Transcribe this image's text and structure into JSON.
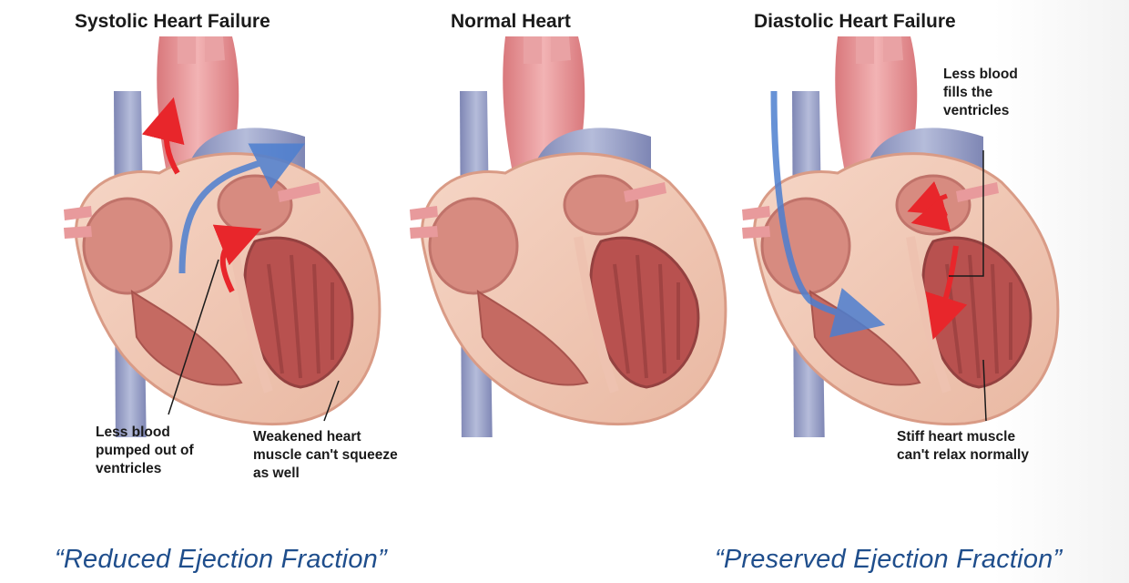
{
  "panels": {
    "systolic": {
      "title": "Systolic Heart Failure",
      "notes": [
        "Less blood pumped out of ventricles",
        "Weakened heart muscle can't squeeze as well"
      ],
      "caption": "“Reduced Ejection Fraction”"
    },
    "normal": {
      "title": "Normal Heart"
    },
    "diastolic": {
      "title": "Diastolic Heart Failure",
      "notes": [
        "Less blood fills the ventricles",
        "Stiff heart muscle can't relax normally"
      ],
      "caption": "“Preserved Ejection Fraction”"
    }
  },
  "colors": {
    "title_text": "#1a1a1a",
    "caption_text": "#1f4e8c",
    "aorta": "#e89a9c",
    "vena_cava": "#9aa3c8",
    "heart_wall": "#f2c7b4",
    "ventricle": "#b8514f",
    "oxygenated_arrow": "#e8262b",
    "deoxygenated_arrow": "#4d7fd0"
  },
  "icons": [
    "heart-illustration",
    "blood-flow-arrow"
  ]
}
